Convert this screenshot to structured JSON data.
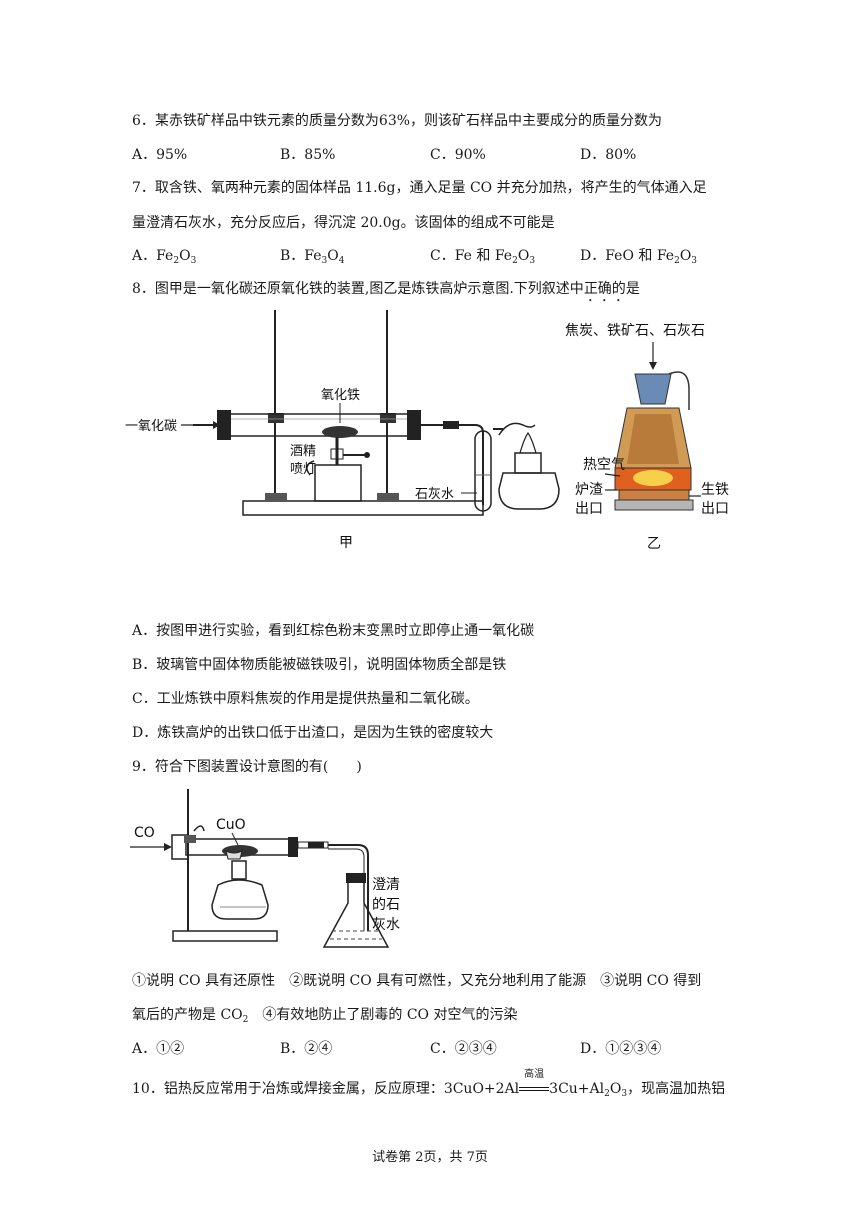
{
  "q6": {
    "stem": "6．某赤铁矿样品中铁元素的质量分数为63%，则该矿石样品中主要成分的质量分数为",
    "options": [
      "A．95%",
      "B．85%",
      "C．90%",
      "D．80%"
    ]
  },
  "q7": {
    "stem_line1": "7．取含铁、氧两种元素的固体样品 11.6g，通入足量 CO 并充分加热，将产生的气体通入足",
    "stem_line2": "量澄清石灰水，充分反应后，得沉淀 20.0g。该固体的组成不可能是",
    "options": {
      "a": {
        "prefix": "A．Fe",
        "s1": "2",
        "mid": "O",
        "s2": "3"
      },
      "b": {
        "prefix": "B．Fe",
        "s1": "3",
        "mid": "O",
        "s2": "4"
      },
      "c": {
        "prefix": "C．Fe 和 Fe",
        "s1": "2",
        "mid": "O",
        "s2": "3"
      },
      "d": {
        "prefix": "D．FeO 和 Fe",
        "s1": "2",
        "mid": "O",
        "s2": "3"
      }
    }
  },
  "q8": {
    "stem_before": "8．图甲是一氧化碳还原氧化铁的装置,图乙是炼铁高炉示意图.下列叙述中",
    "stem_emph": "正确的",
    "stem_after": "是",
    "figure_jia": {
      "co_label": "一氧化碳",
      "fe2o3_label": "氧化铁",
      "lamp_label_1": "酒精",
      "lamp_label_2": "喷灯",
      "limewater_label": "石灰水",
      "caption": "甲"
    },
    "figure_yi": {
      "top_label": "焦炭、铁矿石、石灰石",
      "hot_air": "热空气",
      "slag_1": "炉渣",
      "slag_2": "出口",
      "iron_1": "生铁",
      "iron_2": "出口",
      "caption": "乙"
    },
    "options": [
      "A．按图甲进行实验，看到红棕色粉末变黑时立即停止通一氧化碳",
      "B．玻璃管中固体物质能被磁铁吸引，说明固体物质全部是铁",
      "C．工业炼铁中原料焦炭的作用是提供热量和二氧化碳。",
      "D．炼铁高炉的出铁口低于出渣口，是因为生铁的密度较大"
    ]
  },
  "q9": {
    "stem": "9．符合下图装置设计意图的有(　　)",
    "figure": {
      "co_label": "CO",
      "cuo_label": "CuO",
      "limewater_1": "澄清",
      "limewater_2": "的石",
      "limewater_3": "灰水"
    },
    "statements_line1": "①说明 CO 具有还原性　②既说明 CO 具有可燃性，又充分地利用了能源　③说明 CO 得到",
    "statements_line2_a": "氧后的产物是 CO",
    "statements_line2_sub": "2",
    "statements_line2_b": "　④有效地防止了剧毒的 CO 对空气的污染",
    "options": [
      "A．①②",
      "B．②④",
      "C．②③④",
      "D．①②③④"
    ]
  },
  "q10": {
    "prefix": "10．铝热反应常用于冶炼或焊接金属，反应原理：3CuO+2Al",
    "condition": "高温",
    "product_a": "3Cu+Al",
    "sub1": "2",
    "product_b": "O",
    "sub2": "3",
    "suffix": "，现高温加热铝"
  },
  "footer": "试卷第 2页，共 7页"
}
